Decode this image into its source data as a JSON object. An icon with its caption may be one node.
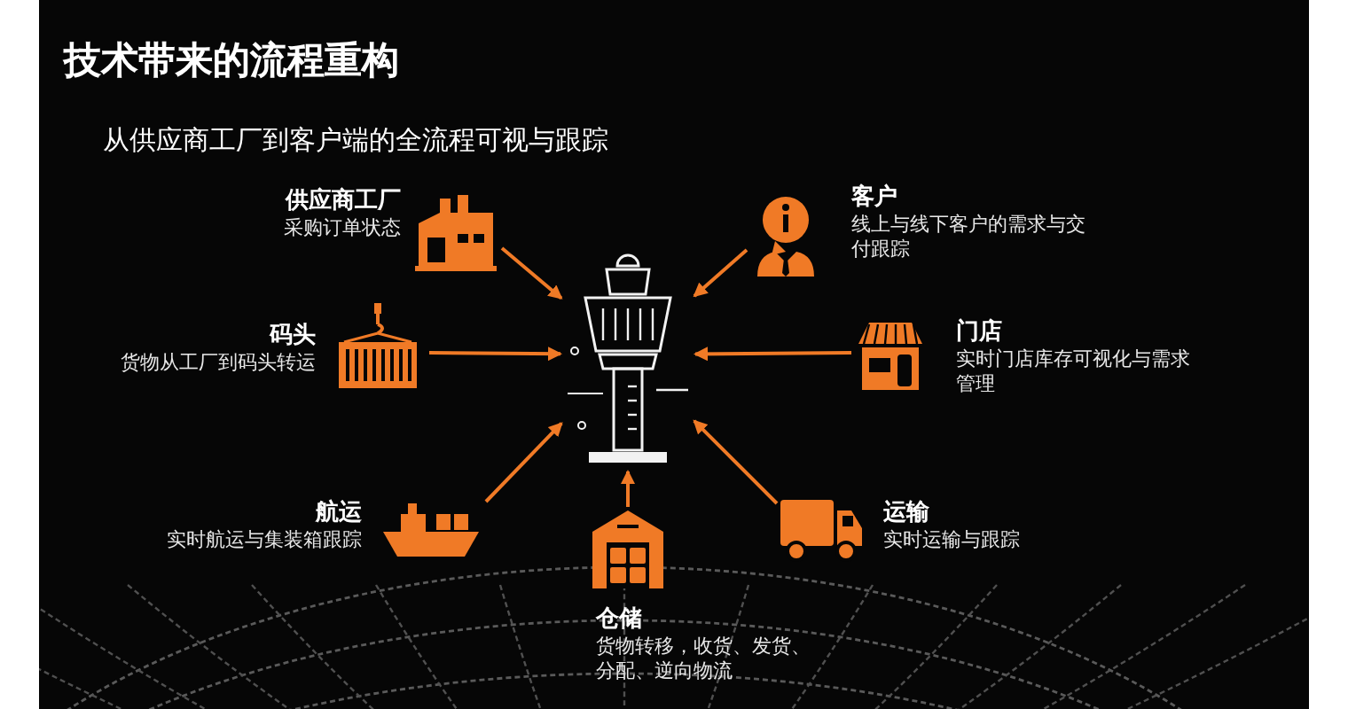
{
  "diagram": {
    "title": "技术带来的流程重构",
    "nodes": [
      {
        "text": [],
        "shape": "picture"
      },
      {
        "text": [
          "供应商工厂",
          "采购订单状态"
        ]
      },
      {
        "text": [
          "客户",
          "线上与线下客户的需求与交付跟踪"
        ]
      },
      {
        "text": [
          "码头",
          "货物从工厂到码头转运"
        ]
      },
      {
        "text": [
          "门店",
          "实时门店库存可视化与需求管理"
        ]
      },
      {
        "text": [
          "航运",
          "实时航运与集装箱跟踪"
        ]
      },
      {
        "text": [
          "运输",
          "实时运输与跟踪"
        ]
      },
      {
        "text": [
          "仓储",
          "货物转移，收货、发货、分配、逆向物流"
        ]
      }
    ],
    "edges": [
      {
        "from": 1,
        "to": 0,
        "arrow": "to"
      },
      {
        "from": 2,
        "to": 0,
        "arrow": "to"
      },
      {
        "from": 3,
        "to": 0,
        "arrow": "to"
      },
      {
        "from": 4,
        "to": 0,
        "arrow": "to"
      },
      {
        "from": 5,
        "to": 0,
        "arrow": "to"
      },
      {
        "from": 6,
        "to": 0,
        "arrow": "to"
      },
      {
        "from": 7,
        "to": 0,
        "arrow": "to"
      }
    ],
    "labels": [
      "从供应商工厂到客户端的全流程可视与跟踪"
    ]
  }
}
